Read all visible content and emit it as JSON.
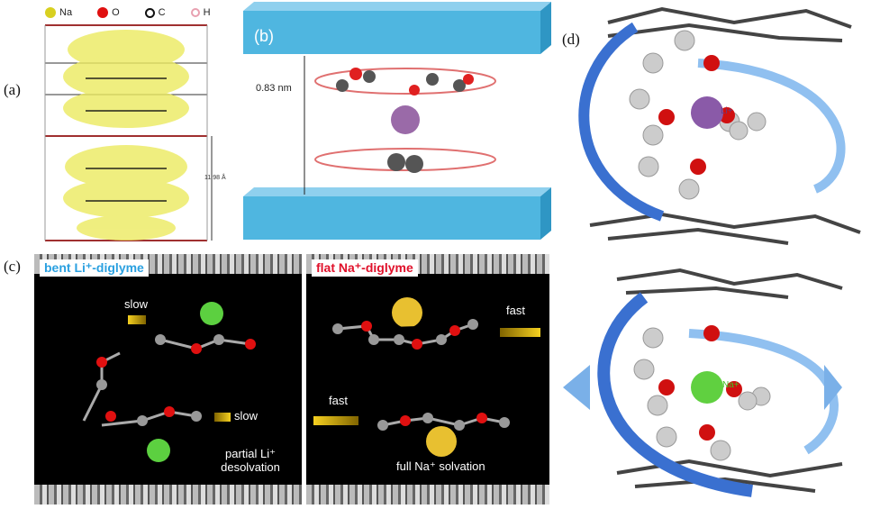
{
  "panel_labels": {
    "a": "(a)",
    "b": "(b)",
    "c": "(c)",
    "d": "(d)"
  },
  "legend": [
    {
      "label": "Na",
      "color": "#d8d020"
    },
    {
      "label": "O",
      "color": "#e01010"
    },
    {
      "label": "C",
      "color": "#111111"
    },
    {
      "label": "H",
      "color": "#e8a0b0"
    }
  ],
  "panel_a": {
    "distance": "11.98 Å"
  },
  "panel_b": {
    "label": "(b)",
    "distance": "0.83 nm"
  },
  "panel_c": {
    "left": {
      "title": "bent Li⁺-diglyme",
      "title_color": "#2aa0e0",
      "slow_top": "slow",
      "slow_bottom": "slow",
      "note_line1": "partial Li⁺",
      "note_line2": "desolvation"
    },
    "right": {
      "title": "flat Na⁺-diglyme",
      "title_color": "#e0102a",
      "fast_top": "fast",
      "fast_bottom": "fast",
      "note": "full Na⁺ solvation"
    }
  },
  "panel_d": {
    "top_ion": "Li+",
    "bottom_ion": "Na+"
  }
}
